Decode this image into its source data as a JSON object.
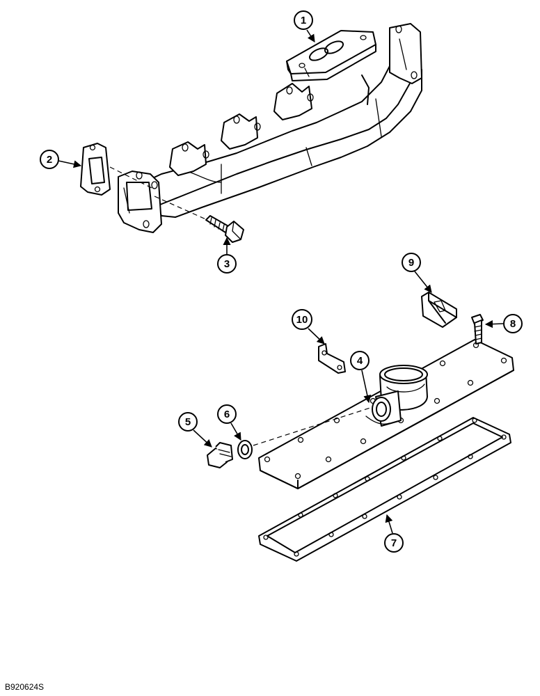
{
  "callouts": [
    "1",
    "2",
    "3",
    "4",
    "5",
    "6",
    "7",
    "8",
    "9",
    "10"
  ],
  "figure_code": "B920624S"
}
